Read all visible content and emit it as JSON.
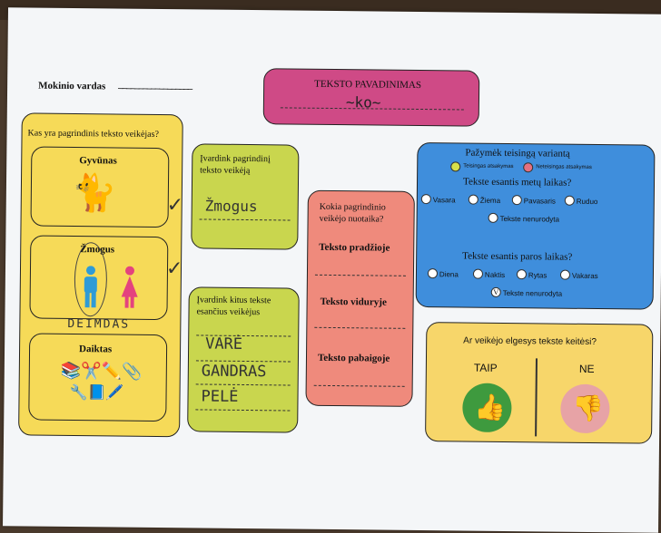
{
  "student_label": "Mokinio vardas",
  "student_blank": "__________________",
  "title_box": {
    "title": "TEKSTO PAVADINIMAS",
    "handwriting": "~ko~"
  },
  "main_character": {
    "question": "Kas yra pagrindinis teksto veikėjas?",
    "options": [
      {
        "label": "Gyvūnas",
        "checked": true
      },
      {
        "label": "Žmogus",
        "checked": true
      },
      {
        "label": "Daiktas",
        "checked": false
      }
    ],
    "name_written": "DEIMDAS"
  },
  "name_main": {
    "prompt_line1": "Įvardink pagrindinį",
    "prompt_line2": "teksto veikėją",
    "answer": "Žmogus"
  },
  "name_others": {
    "prompt_line1": "Įvardink kitus tekste",
    "prompt_line2": "esančius veikėjus",
    "answers": [
      "VARĖ",
      "GANDRAS",
      "PELĖ"
    ]
  },
  "adventure": {
    "question_line1": "Kokia pagrindinio",
    "question_line2": "veikėjo nuotaika?",
    "sections": [
      "Teksto pradžioje",
      "Teksto viduryje",
      "Teksto pabaigoje"
    ]
  },
  "choices": {
    "header": "Pažymėk teisingą variantą",
    "legend_correct": "Teisingas atsakymas",
    "legend_wrong": "Neteisingas atsakymas",
    "season_title": "Tekste esantis metų laikas?",
    "seasons": [
      "Vasara",
      "Žiema",
      "Pavasaris",
      "Ruduo"
    ],
    "season_unknown": "Tekste nenurodyta",
    "daytime_title": "Tekste esantis paros laikas?",
    "daytimes": [
      "Diena",
      "Naktis",
      "Rytas",
      "Vakaras"
    ],
    "daytime_unknown": "Tekste nenurodyta",
    "daytime_checked": "V"
  },
  "behavior": {
    "question": "Ar veikėjo elgesys tekste keitėsi?",
    "yes": "TAIP",
    "no": "NE"
  },
  "colors": {
    "yellow": "#f6da58",
    "lime": "#c9d64e",
    "pink": "#cf4a86",
    "salmon": "#ef8a7c",
    "blue": "#3f8edc",
    "light_yellow": "#f7d66a",
    "green_thumb": "#3e9a3e",
    "pink_thumb": "#e7a3a6"
  }
}
